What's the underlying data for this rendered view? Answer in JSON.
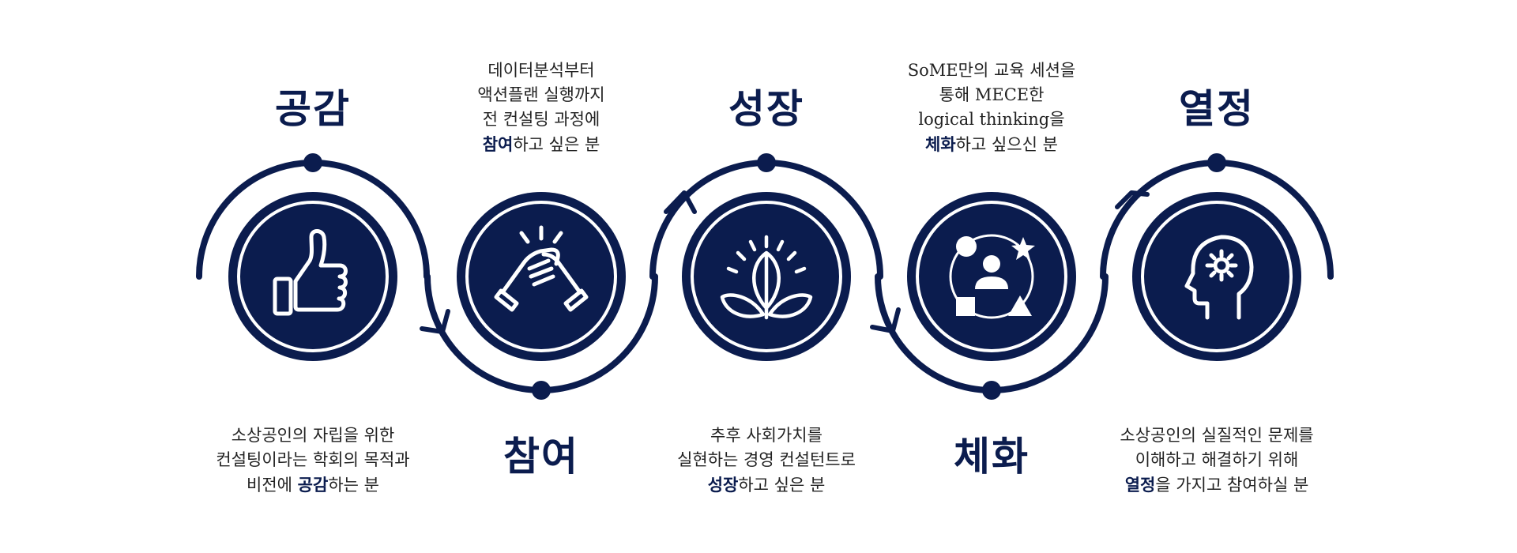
{
  "colors": {
    "navy": "#0b1c4e",
    "text": "#222222",
    "background": "#ffffff"
  },
  "steps": [
    {
      "title": "공감",
      "icon": "thumbs-up-icon",
      "desc": [
        {
          "pre": "소상공인의 자립을 위한",
          "hl": "",
          "post": ""
        },
        {
          "pre": "컨설팅이라는 학회의 목적과",
          "hl": "",
          "post": ""
        },
        {
          "pre": "비전에 ",
          "hl": "공감",
          "post": "하는 분"
        }
      ]
    },
    {
      "title": "참여",
      "icon": "handshake-icon",
      "desc": [
        {
          "pre": "데이터분석부터",
          "hl": "",
          "post": ""
        },
        {
          "pre": "액션플랜 실행까지",
          "hl": "",
          "post": ""
        },
        {
          "pre": "전 컨설팅 과정에",
          "hl": "",
          "post": ""
        },
        {
          "pre": "",
          "hl": "참여",
          "post": "하고 싶은 분"
        }
      ]
    },
    {
      "title": "성장",
      "icon": "sprout-icon",
      "desc": [
        {
          "pre": "추후 사회가치를",
          "hl": "",
          "post": ""
        },
        {
          "pre": "실현하는 경영 컨설턴트로",
          "hl": "",
          "post": ""
        },
        {
          "pre": "",
          "hl": "성장",
          "post": "하고 싶은 분"
        }
      ]
    },
    {
      "title": "체화",
      "icon": "shapes-person-icon",
      "desc": [
        {
          "pre": "SoME만의 교육 세션을",
          "hl": "",
          "post": ""
        },
        {
          "pre": "통해 MECE한",
          "hl": "",
          "post": ""
        },
        {
          "pre": "logical thinking을",
          "hl": "",
          "post": ""
        },
        {
          "pre": "",
          "hl": "체화",
          "post": "하고 싶으신 분"
        }
      ]
    },
    {
      "title": "열정",
      "icon": "head-gear-icon",
      "desc": [
        {
          "pre": "소상공인의 실질적인 문제를",
          "hl": "",
          "post": ""
        },
        {
          "pre": "이해하고 해결하기 위해",
          "hl": "",
          "post": ""
        },
        {
          "pre": "",
          "hl": "열정",
          "post": "을 가지고 참여하실 분"
        }
      ]
    }
  ]
}
